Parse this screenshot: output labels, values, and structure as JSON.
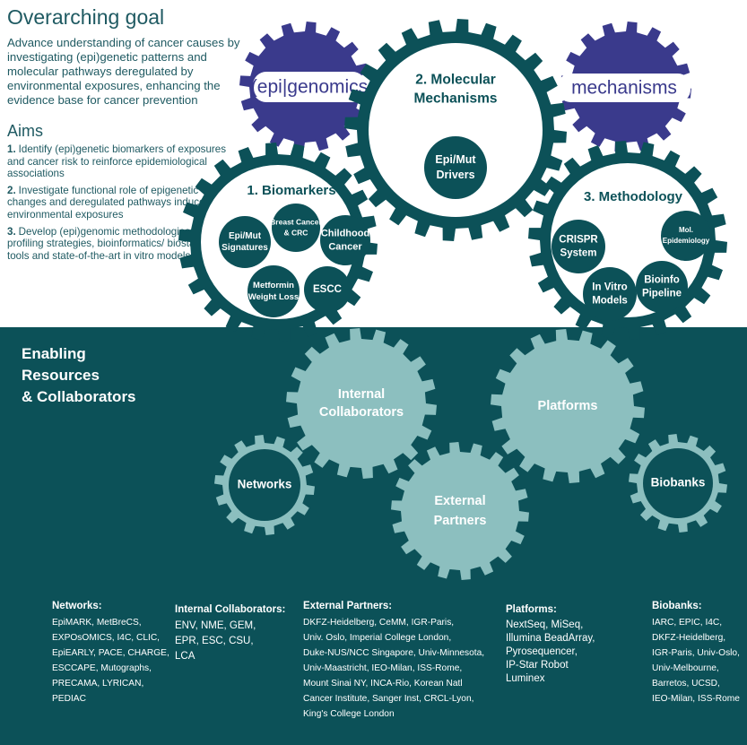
{
  "overarching_goal": {
    "heading": "Overarching goal",
    "text": "Advance understanding of cancer causes by investigating (epi)genetic patterns and molecular pathways deregulated by environmental exposures, enhancing the evidence base for cancer prevention"
  },
  "aims": {
    "heading": "Aims",
    "items": [
      {
        "num": "1.",
        "text": "Identify (epi)genetic biomarkers of exposures and cancer risk to reinforce epidemiological associations"
      },
      {
        "num": "2.",
        "text": "Investigate functional role of epigenetic changes and deregulated pathways induced by environmental exposures"
      },
      {
        "num": "3.",
        "text": "Develop (epi)genomic methodologies, profiling strategies, bioinformatics/ biostatistics tools and state-of-the-art in vitro models"
      }
    ]
  },
  "top_gears": {
    "epigenomics": "(epi|genomics",
    "mechanisms": "mechanisms",
    "molecular_mechanisms": {
      "title": [
        "2. Molecular",
        "Mechanisms"
      ],
      "circles": [
        [
          "Epi/Mut",
          "Drivers"
        ]
      ]
    },
    "biomarkers": {
      "title": [
        "1. Biomarkers"
      ],
      "circles": [
        [
          "Epi/Mut",
          "Signatures"
        ],
        [
          "Breast Cancer",
          "& CRC"
        ],
        [
          "Childhood",
          "Cancer"
        ],
        [
          "Metformin",
          "Weight Loss"
        ],
        [
          "ESCC"
        ]
      ]
    },
    "methodology": {
      "title": [
        "3. Methodology"
      ],
      "circles": [
        [
          "CRISPR",
          "System"
        ],
        [
          "Mol.",
          "Epidemiology"
        ],
        [
          "In Vitro",
          "Models"
        ],
        [
          "Bioinfo",
          "Pipeline"
        ]
      ]
    }
  },
  "enabling": {
    "heading": [
      "Enabling",
      "Resources",
      "& Collaborators"
    ],
    "gears": {
      "internal": [
        "Internal",
        "Collaborators"
      ],
      "platforms": [
        "Platforms"
      ],
      "networks": [
        "Networks"
      ],
      "external": [
        "External",
        "Partners"
      ],
      "biobanks": [
        "Biobanks"
      ]
    }
  },
  "lists": {
    "networks": {
      "title": "Networks:",
      "lines": [
        "EpiMARK, MetBreCS,",
        "EXPOsOMICS, I4C, CLIC,",
        "EpiEARLY, PACE, CHARGE,",
        "ESCCAPE, Mutographs,",
        "PRECAMA, LYRICAN,",
        "PEDIAC"
      ]
    },
    "internal": {
      "title": "Internal Collaborators:",
      "lines": [
        "ENV, NME, GEM,",
        "EPR, ESC, CSU,",
        "LCA"
      ]
    },
    "external": {
      "title": "External Partners:",
      "lines": [
        "DKFZ-Heidelberg, CeMM, IGR-Paris,",
        "Univ. Oslo, Imperial College London,",
        "Duke-NUS/NCC Singapore, Univ-Minnesota,",
        "Univ-Maastricht, IEO-Milan, ISS-Rome,",
        "Mount Sinai NY, INCA-Rio, Korean Natl",
        "Cancer Institute, Sanger Inst, CRCL-Lyon,",
        "King's College London"
      ]
    },
    "platforms": {
      "title": "Platforms:",
      "lines": [
        "NextSeq, MiSeq,",
        "Illumina BeadArray,",
        "Pyrosequencer,",
        "IP-Star Robot",
        "Luminex"
      ]
    },
    "biobanks": {
      "title": "Biobanks:",
      "lines": [
        "IARC, EPIC, I4C,",
        "DKFZ-Heidelberg,",
        "IGR-Paris, Univ-Oslo,",
        "Univ-Melbourne,",
        "Barretos, UCSD,",
        "IEO-Milan, ISS-Rome"
      ]
    }
  },
  "colors": {
    "teal": "#0c5158",
    "gear_light": "#8cbfbf",
    "purple": "#3a3a8c",
    "text": "#1f5a62"
  }
}
